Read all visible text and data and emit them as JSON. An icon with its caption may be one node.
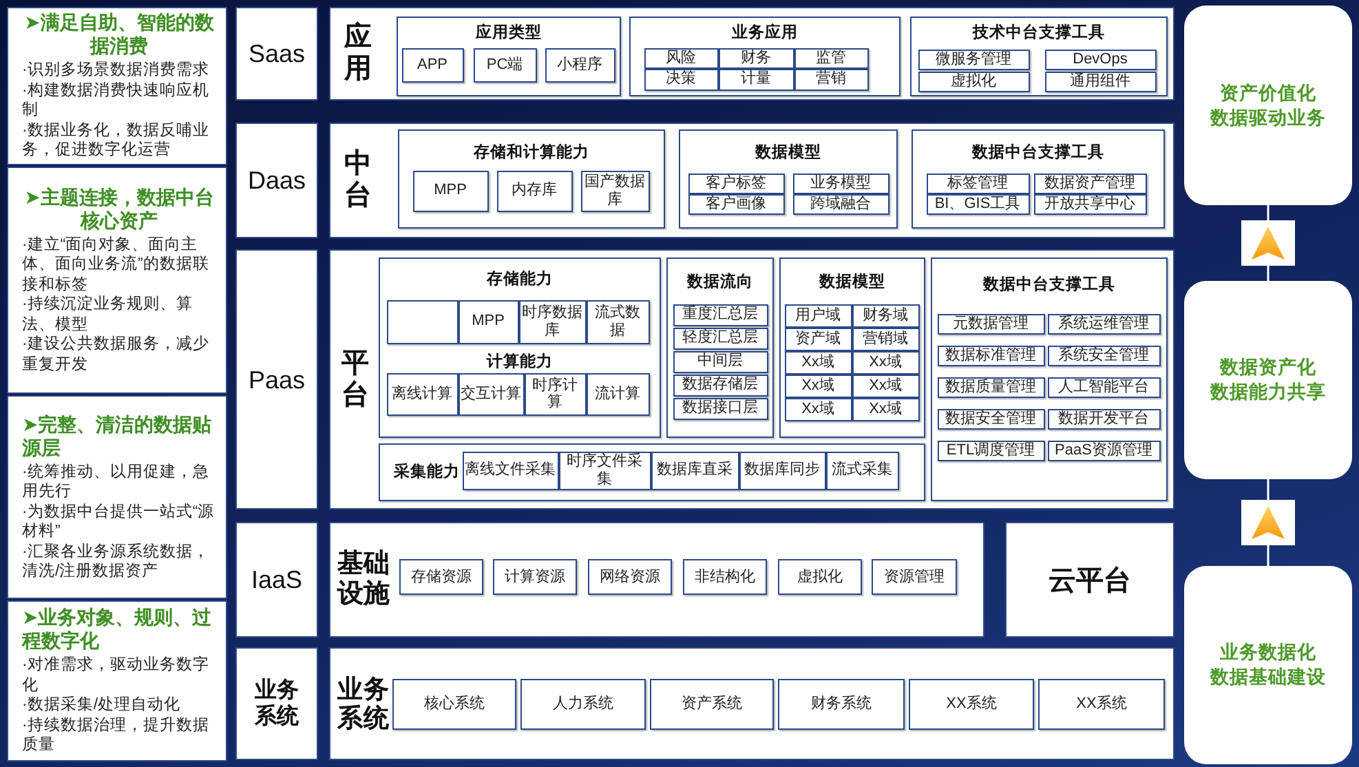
{
  "diagram": {
    "nodes": [
      {
        "text": [
          "➤满足自助、智能的数据消费",
          "·识别多场景数据消费需求",
          "·构建数据消费快速响应机制",
          "·数据业务化，数据反哺业务，促进数字化运营"
        ]
      },
      {
        "text": [
          "➤主题连接，数据中台核心资产",
          "·建立“面向对象、面向主体、面向业务流”的数据联接和标签",
          "·持续沉淀业务规则、算法、模型",
          "·建设公共数据服务，减少重复开发"
        ]
      },
      {
        "text": [
          "➤完整、清洁的数据贴源层",
          "·统筹推动、以用促建，急用先行",
          "·为数据中台提供一站式“源材料”",
          "·汇聚各业务源系统数据，清洗/注册数据资产"
        ]
      },
      {
        "text": [
          "➤业务对象、规则、过程数字化",
          "·对准需求，驱动业务数字化",
          "·数据采集/处理自动化",
          "·持续数据治理，提升数据质量"
        ]
      },
      {
        "text": [
          "Saas"
        ]
      },
      {
        "text": [
          "应用"
        ]
      },
      {
        "text": [
          "应用类型"
        ],
        "in": 5
      },
      {
        "text": [
          "APP"
        ],
        "in": 6
      },
      {
        "text": [
          "PC端"
        ],
        "in": 6
      },
      {
        "text": [
          "小程序"
        ],
        "in": 6
      },
      {
        "text": [
          "业务应用"
        ],
        "in": 5
      },
      {
        "text": [
          "风险"
        ],
        "in": 10
      },
      {
        "text": [
          "财务"
        ],
        "in": 10
      },
      {
        "text": [
          "监管"
        ],
        "in": 10
      },
      {
        "text": [
          "决策"
        ],
        "in": 10
      },
      {
        "text": [
          "计量"
        ],
        "in": 10
      },
      {
        "text": [
          "营销"
        ],
        "in": 10
      },
      {
        "text": [
          "技术中台支撑工具"
        ],
        "in": 5
      },
      {
        "text": [
          "微服务管理"
        ],
        "in": 17
      },
      {
        "text": [
          "DevOps"
        ],
        "in": 17
      },
      {
        "text": [
          "虚拟化"
        ],
        "in": 17
      },
      {
        "text": [
          "通用组件"
        ],
        "in": 17
      },
      {
        "text": [
          "Daas"
        ]
      },
      {
        "text": [
          "中台"
        ]
      },
      {
        "text": [
          "存储和计算能力"
        ],
        "in": 23
      },
      {
        "text": [
          "MPP"
        ],
        "in": 24
      },
      {
        "text": [
          "内存库"
        ],
        "in": 24
      },
      {
        "text": [
          "国产数据库"
        ],
        "in": 24
      },
      {
        "text": [
          "数据模型"
        ],
        "in": 23
      },
      {
        "text": [
          "客户标签"
        ],
        "in": 28
      },
      {
        "text": [
          "业务模型"
        ],
        "in": 28
      },
      {
        "text": [
          "客户画像"
        ],
        "in": 28
      },
      {
        "text": [
          "跨域融合"
        ],
        "in": 28
      },
      {
        "text": [
          "数据中台支撑工具"
        ],
        "in": 23
      },
      {
        "text": [
          "标签管理"
        ],
        "in": 33
      },
      {
        "text": [
          "数据资产管理"
        ],
        "in": 33
      },
      {
        "text": [
          "BI、GIS工具"
        ],
        "in": 33
      },
      {
        "text": [
          "开放共享中心"
        ],
        "in": 33
      },
      {
        "text": [
          "Paas"
        ]
      },
      {
        "text": [
          "平台"
        ]
      },
      {
        "text": [
          "存储能力",
          "计算能力"
        ],
        "in": 39
      },
      {
        "text": [],
        "shape": "box",
        "in": 40
      },
      {
        "text": [
          "MPP"
        ],
        "in": 40
      },
      {
        "text": [
          "时序数据库"
        ],
        "in": 40
      },
      {
        "text": [
          "流式数据"
        ],
        "in": 40
      },
      {
        "text": [
          "离线计算"
        ],
        "in": 40
      },
      {
        "text": [
          "交互计算"
        ],
        "in": 40
      },
      {
        "text": [
          "时序计算"
        ],
        "in": 40
      },
      {
        "text": [
          "流计算"
        ],
        "in": 40
      },
      {
        "text": [
          "数据流向"
        ],
        "in": 39
      },
      {
        "text": [
          "重度汇总层"
        ],
        "in": 49
      },
      {
        "text": [
          "轻度汇总层"
        ],
        "in": 49
      },
      {
        "text": [
          "中间层"
        ],
        "in": 49
      },
      {
        "text": [
          "数据存储层"
        ],
        "in": 49
      },
      {
        "text": [
          "数据接口层"
        ],
        "in": 49
      },
      {
        "text": [
          "数据模型"
        ],
        "in": 39
      },
      {
        "text": [
          "用户域"
        ],
        "in": 55
      },
      {
        "text": [
          "财务域"
        ],
        "in": 55
      },
      {
        "text": [
          "资产域"
        ],
        "in": 55
      },
      {
        "text": [
          "营销域"
        ],
        "in": 55
      },
      {
        "text": [
          "Xx域"
        ],
        "in": 55
      },
      {
        "text": [
          "Xx域"
        ],
        "in": 55
      },
      {
        "text": [
          "Xx域"
        ],
        "in": 55
      },
      {
        "text": [
          "Xx域"
        ],
        "in": 55
      },
      {
        "text": [
          "Xx域"
        ],
        "in": 55
      },
      {
        "text": [
          "Xx域"
        ],
        "in": 55
      },
      {
        "text": [
          "数据中台支撑工具"
        ],
        "in": 39
      },
      {
        "text": [
          "元数据管理"
        ],
        "in": 66
      },
      {
        "text": [
          "系统运维管理"
        ],
        "in": 66
      },
      {
        "text": [
          "数据标准管理"
        ],
        "in": 66
      },
      {
        "text": [
          "系统安全管理"
        ],
        "in": 66
      },
      {
        "text": [
          "数据质量管理"
        ],
        "in": 66
      },
      {
        "text": [
          "人工智能平台"
        ],
        "in": 66
      },
      {
        "text": [
          "数据安全管理"
        ],
        "in": 66
      },
      {
        "text": [
          "数据开发平台"
        ],
        "in": 66
      },
      {
        "text": [
          "ETL调度管理"
        ],
        "in": 66
      },
      {
        "text": [
          "PaaS资源管理"
        ],
        "in": 66
      },
      {
        "text": [
          "采集能力"
        ],
        "in": 39
      },
      {
        "text": [
          "离线文件采集"
        ],
        "in": 77
      },
      {
        "text": [
          "时序文件采集"
        ],
        "in": 77
      },
      {
        "text": [
          "数据库直采"
        ],
        "in": 77
      },
      {
        "text": [
          "数据库同步"
        ],
        "in": 77
      },
      {
        "text": [
          "流式采集"
        ],
        "in": 77
      },
      {
        "text": [
          "IaaS"
        ]
      },
      {
        "text": [
          "基础设施"
        ]
      },
      {
        "text": [
          "存储资源"
        ],
        "in": 84
      },
      {
        "text": [
          "计算资源"
        ],
        "in": 84
      },
      {
        "text": [
          "网络资源"
        ],
        "in": 84
      },
      {
        "text": [
          "非结构化"
        ],
        "in": 84
      },
      {
        "text": [
          "虚拟化"
        ],
        "in": 84
      },
      {
        "text": [
          "资源管理"
        ],
        "in": 84
      },
      {
        "text": [
          "云平台"
        ]
      },
      {
        "text": [
          "业务系统"
        ]
      },
      {
        "text": [
          "业务系统"
        ]
      },
      {
        "text": [
          "核心系统"
        ],
        "in": 93
      },
      {
        "text": [
          "人力系统"
        ],
        "in": 93
      },
      {
        "text": [
          "资产系统"
        ],
        "in": 93
      },
      {
        "text": [
          "财务系统"
        ],
        "in": 93
      },
      {
        "text": [
          "XX系统"
        ],
        "in": 93
      },
      {
        "text": [
          "XX系统"
        ],
        "in": 93
      },
      {
        "text": [
          "资产价值化",
          "数据驱动业务"
        ]
      },
      {
        "text": [
          "数据资产化",
          "数据能力共享"
        ]
      },
      {
        "text": [
          "业务数据化",
          "数据基础建设"
        ]
      }
    ],
    "edges": [
      {
        "from": 102,
        "to": 101,
        "arrow": "to"
      },
      {
        "from": 101,
        "to": 100,
        "arrow": "to"
      }
    ]
  }
}
